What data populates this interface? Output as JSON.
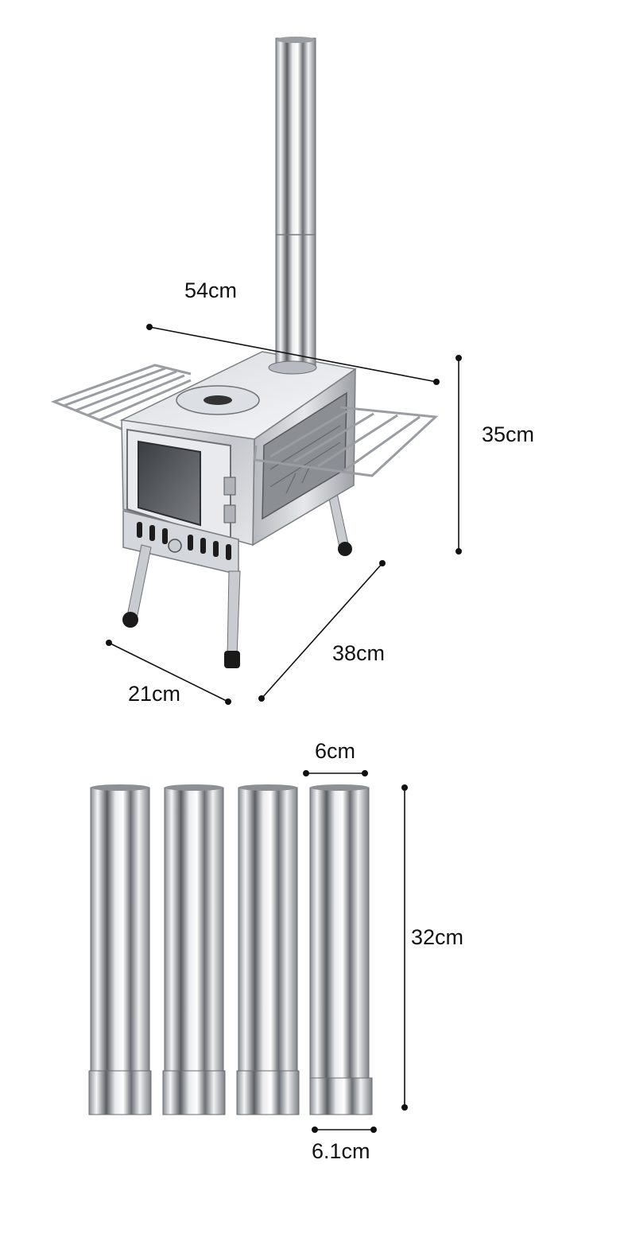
{
  "product": {
    "dimensions": {
      "stove_length": "54cm",
      "stove_height": "35cm",
      "stove_depth": "38cm",
      "firebox_width": "21cm",
      "pipe_diameter": "6cm",
      "pipe_length": "32cm",
      "pipe_end_diameter": "6.1cm"
    },
    "pipe_section_count": 4
  },
  "colors": {
    "line": "#111111",
    "steel_light": "#f2f3f5",
    "steel_mid": "#c9ccd1",
    "steel_dark": "#4a4d52",
    "rubber": "#1a1a1a"
  }
}
